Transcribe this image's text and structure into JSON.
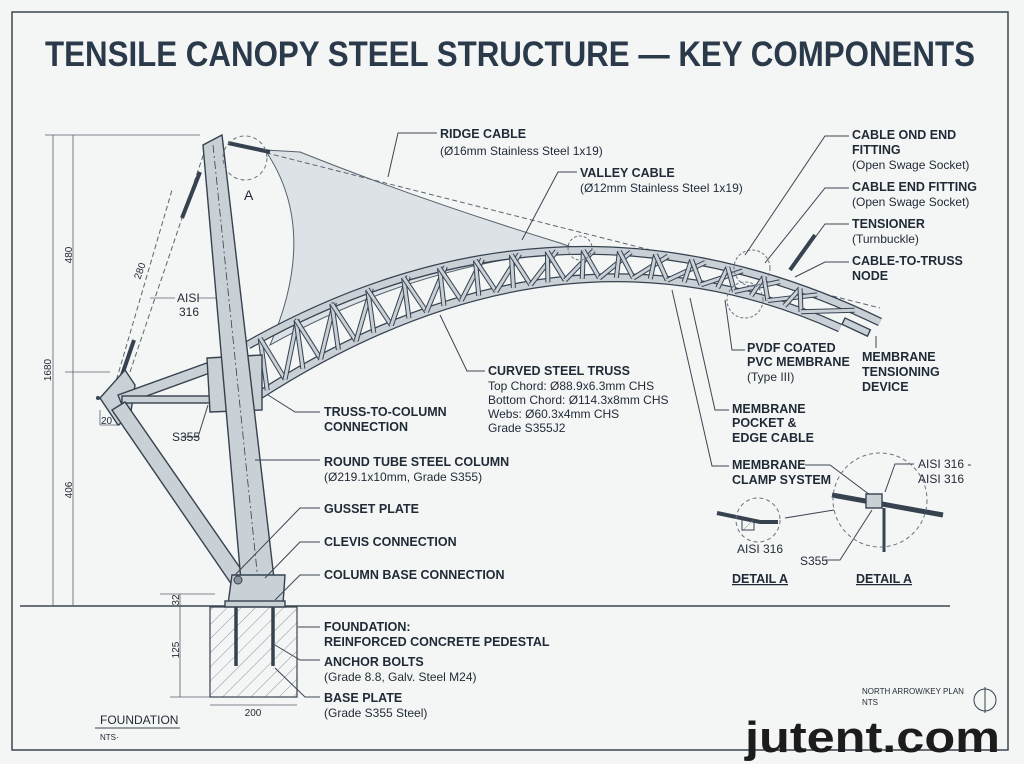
{
  "title": "TENSILE CANOPY STEEL STRUCTURE — KEY COMPONENTS",
  "colors": {
    "ink": "#1f2a36",
    "steel": "#c9d0d6",
    "membrane": "#dde2e6",
    "background": "#f4f5f5"
  },
  "labels": {
    "ridge_cable": "RIDGE CABLE",
    "ridge_cable_spec": "(Ø16mm Stainless Steel 1x19)",
    "valley_cable": "VALLEY CABLE",
    "valley_cable_spec": "(Ø12mm Stainless Steel 1x19)",
    "cable_ond_end_1": "CABLE OND END",
    "cable_ond_end_2": "FITTING",
    "cable_ond_end_spec": "(Open Swage Socket)",
    "cable_end_fitting": "CABLE END FITTING",
    "cable_end_fitting_spec": "(Open Swage Socket)",
    "tensioner": "TENSIONER",
    "tensioner_spec": "(Turnbuckle)",
    "cable_truss_1": "CABLE-TO-TRUSS",
    "cable_truss_2": "NODE",
    "pvdf_1": "PVDF COATED",
    "pvdf_2": "PVC MEMBRANE",
    "pvdf_spec": "(Type III)",
    "mtd_1": "MEMBRANE",
    "mtd_2": "TENSIONING",
    "mtd_3": "DEVICE",
    "truss": "CURVED STEEL TRUSS",
    "truss_top": "Top Chord: Ø88.9x6.3mm CHS",
    "truss_bottom": "Bottom Chord: Ø114.3x8mm CHS",
    "truss_webs": "Webs: Ø60.3x4mm CHS",
    "truss_grade": "Grade S355J2",
    "ttc_1": "TRUSS-TO-COLUMN",
    "ttc_2": "CONNECTION",
    "pocket_1": "MEMBRANE",
    "pocket_2": "POCKET &",
    "pocket_3": "EDGE CABLE",
    "clamp_1": "MEMBRANE",
    "clamp_2": "CLAMP SYSTEM",
    "column": "ROUND TUBE STEEL COLUMN",
    "column_spec": "(Ø219.1x10mm, Grade S355)",
    "gusset": "GUSSET PLATE",
    "clevis": "CLEVIS CONNECTION",
    "column_base": "COLUMN BASE CONNECTION",
    "foundation_1": "FOUNDATION:",
    "foundation_2": "REINFORCED CONCRETE PEDESTAL",
    "anchor": "ANCHOR BOLTS",
    "anchor_spec": "(Grade 8.8, Galv. Steel M24)",
    "base_plate": "BASE PLATE",
    "base_plate_spec": "(Grade S355 Steel)",
    "detail_marker": "A",
    "aisi": "AISI",
    "aisi_num": "316",
    "s355": "S355",
    "detail_aisi_1": "AISI 316 -",
    "detail_aisi_2": "AISI 316",
    "detail_aisi_left": "AISI 316",
    "detail_s355": "S355",
    "detail_a_left": "DETAIL A",
    "detail_a_right": "DETAIL A",
    "foundation_title": "FOUNDATION",
    "foundation_nts": "NTS·",
    "north_arrow": "NORTH ARROW/KEY PLAN",
    "north_nts": "NTS"
  },
  "dimensions": {
    "d480": "480",
    "d1680": "1680",
    "d406": "406",
    "d20": "20",
    "d280": "280",
    "d32": "32",
    "d125": "125",
    "d200": "200"
  },
  "watermark": "jutent.com"
}
